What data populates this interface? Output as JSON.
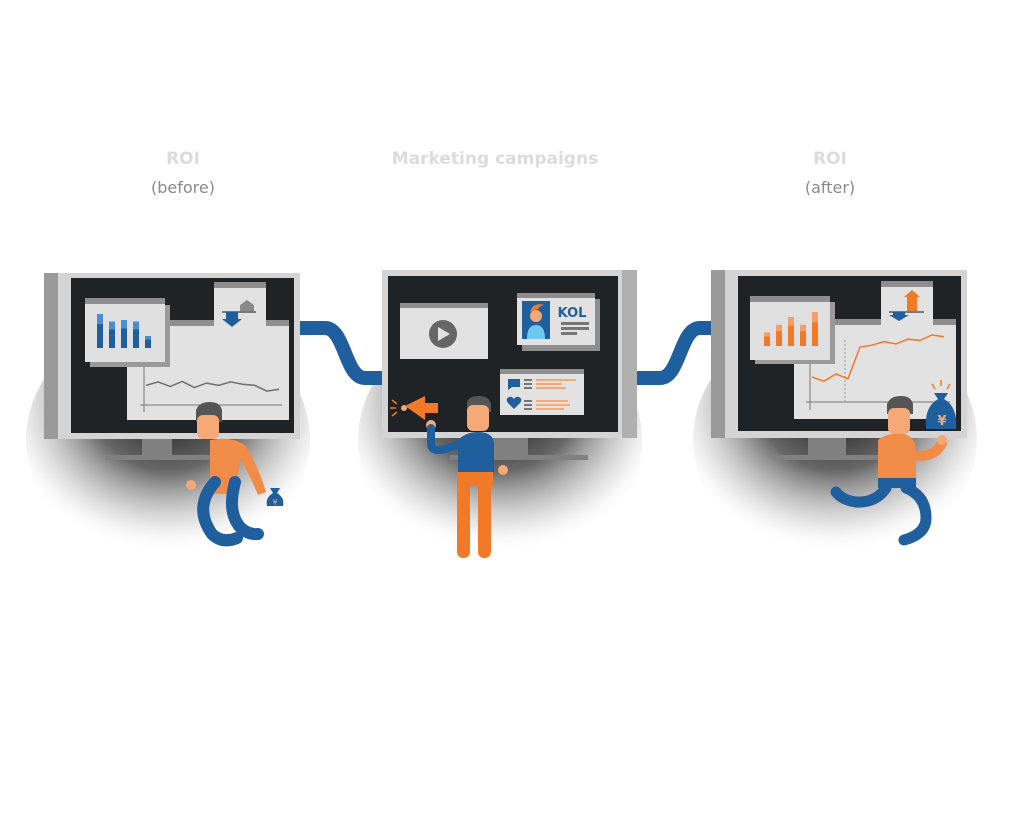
{
  "headings": {
    "before": {
      "title": "ROI",
      "subtitle": "(before)"
    },
    "middle": {
      "title": "Marketing campaigns"
    },
    "after": {
      "title": "ROI",
      "subtitle": "(after)"
    }
  },
  "panels": {
    "before": {
      "bar_chart": {
        "values": [
          1.0,
          0.78,
          0.82,
          0.78,
          0.35
        ],
        "color": "#1f5f9e"
      },
      "trend": {
        "direction": "down",
        "line_values": [
          0.55,
          0.7,
          0.5,
          0.72,
          0.45,
          0.65,
          0.55,
          0.7,
          0.6,
          0.55,
          0.3,
          0.38
        ],
        "color": "#707070"
      }
    },
    "middle": {
      "kol_label": "KOL",
      "video": {
        "icon": "play-icon"
      },
      "social": {
        "rows": [
          "chat-icon",
          "heart-icon"
        ]
      }
    },
    "after": {
      "bar_chart": {
        "values": [
          0.4,
          0.62,
          0.85,
          0.62,
          1.0
        ],
        "color": "#f07a28"
      },
      "trend": {
        "direction": "up",
        "line_values": [
          0.25,
          0.18,
          0.3,
          0.22,
          0.75,
          0.78,
          0.84,
          0.8,
          0.88,
          0.86,
          0.95,
          0.92
        ],
        "color": "#f07a28"
      },
      "money_bag_symbol": "¥"
    },
    "before_bag_symbol": "¥"
  },
  "colors": {
    "blue": "#1f5f9e",
    "orange": "#f07a28",
    "skin": "#f4a977",
    "hair": "#555555",
    "screen": "#1f2326",
    "bezel": "#d4d4d4"
  }
}
